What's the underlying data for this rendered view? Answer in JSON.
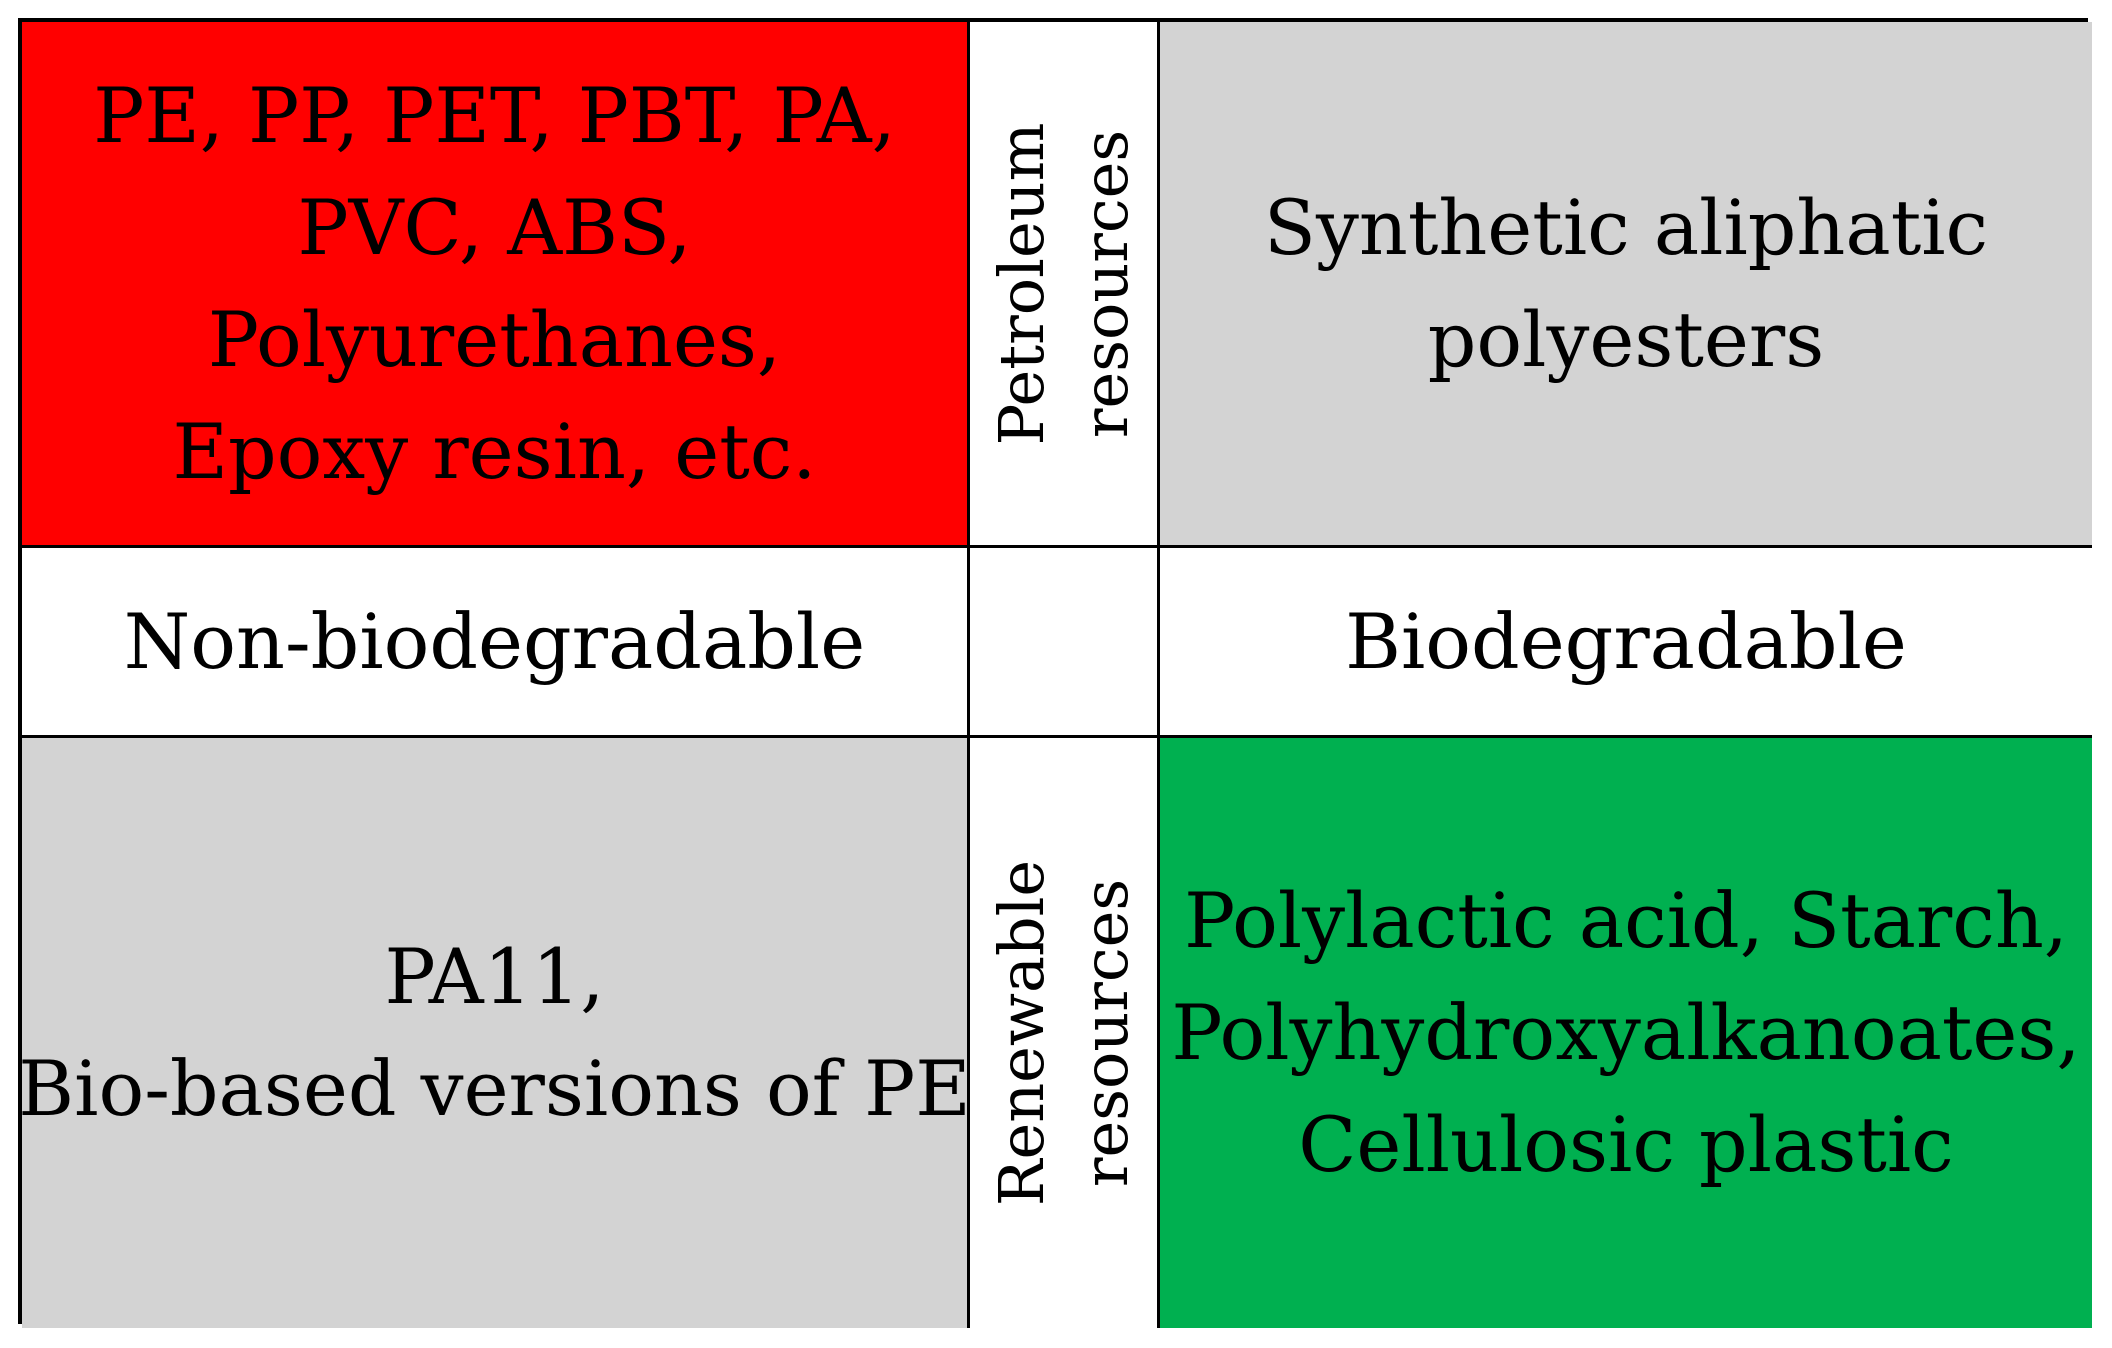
{
  "colors": {
    "top_left_bg": "#ff0000",
    "top_right_bg": "#d3d3d3",
    "bottom_left_bg": "#d3d3d3",
    "bottom_right_bg": "#00b050",
    "middle_bg": "#ffffff",
    "border": "#000000"
  },
  "top_left": {
    "lines": [
      "PE, PP, PET, PBT, PA,",
      "PVC, ABS,",
      "Polyurethanes,",
      "Epoxy resin, etc."
    ]
  },
  "top_middle": {
    "lines": [
      "Petroleum",
      "resources"
    ]
  },
  "top_right": {
    "lines": [
      "Synthetic aliphatic",
      "polyesters"
    ]
  },
  "middle_left": {
    "label": "Non-biodegradable"
  },
  "middle_right": {
    "label": "Biodegradable"
  },
  "bottom_left": {
    "lines": [
      "PA11,",
      "Bio-based versions of PE"
    ]
  },
  "bottom_middle": {
    "lines": [
      "Renewable",
      "resources"
    ]
  },
  "bottom_right": {
    "lines": [
      "Polylactic acid, Starch,",
      "Polyhydroxyalkanoates,",
      "Cellulosic plastic"
    ]
  }
}
